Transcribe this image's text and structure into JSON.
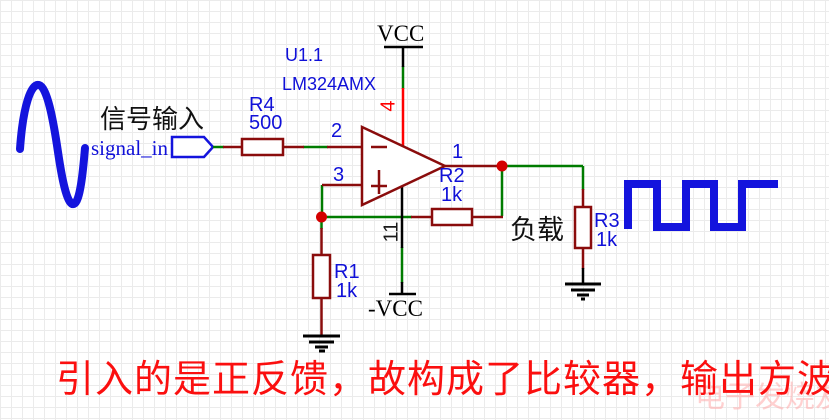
{
  "colors": {
    "wire_dark_red": "#8a0c0c",
    "wire_green": "#007c00",
    "pin4_red": "#ff0000",
    "junction_red": "#d40000",
    "label_blue": "#1010d8",
    "signal_blue": "#1414dd",
    "caption_red": "#fb0f0f",
    "grid_line": "#ebebeb"
  },
  "input": {
    "label_cn": "信号输入",
    "net_name": "signal_in"
  },
  "opamp": {
    "designator": "U1.1",
    "part_number": "LM324AMX",
    "pin_inverting": "2",
    "pin_noninverting": "3",
    "pin_output": "1",
    "pin_vcc": "4",
    "pin_vee": "11"
  },
  "power": {
    "positive_rail": "VCC",
    "negative_rail": "-VCC"
  },
  "resistors": {
    "r4": {
      "ref": "R4",
      "value": "500"
    },
    "r1": {
      "ref": "R1",
      "value": "1k"
    },
    "r2": {
      "ref": "R2",
      "value": "1k"
    },
    "r3": {
      "ref": "R3",
      "value": "1k"
    }
  },
  "load": {
    "label_cn": "负载"
  },
  "caption": {
    "text": "引入的是正反馈，故构成了比较器，输出方波"
  },
  "watermark": {
    "text": "电子发烧友"
  }
}
